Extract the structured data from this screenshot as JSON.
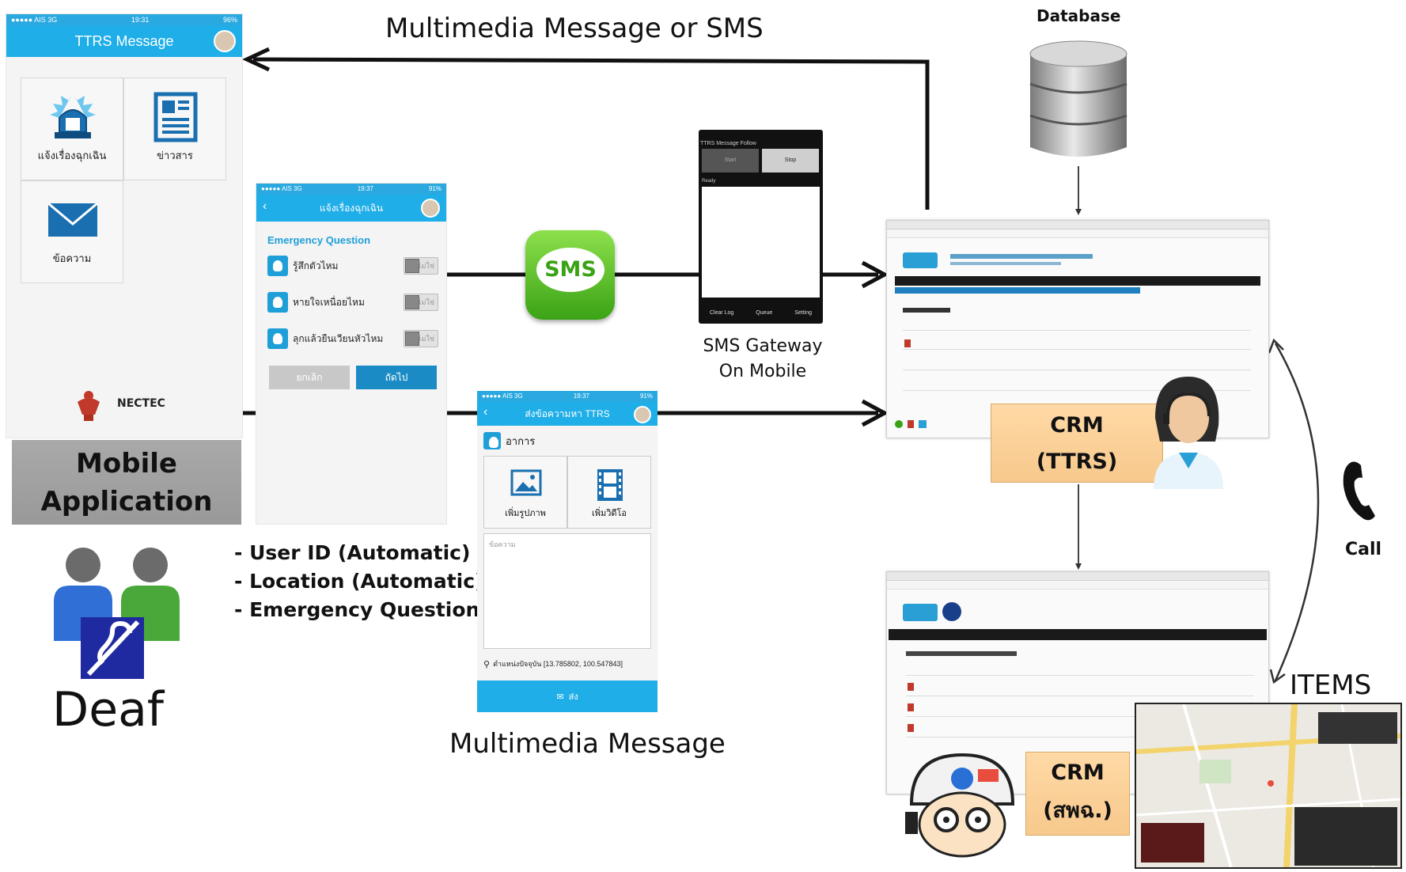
{
  "labels": {
    "mms_or_sms": "Multimedia Message or SMS",
    "database": "Database",
    "sms_gateway_line1": "SMS Gateway",
    "sms_gateway_line2": "On Mobile",
    "multimedia_message": "Multimedia Message",
    "call": "Call",
    "items": "ITEMS",
    "deaf": "Deaf",
    "mobile_app_line1": "Mobile",
    "mobile_app_line2": "Application"
  },
  "info_list": [
    "- User ID (Automatic)",
    "- Location (Automatic)",
    "- Emergency Questions"
  ],
  "crm_ttrs": {
    "line1": "CRM",
    "line2": "(TTRS)"
  },
  "crm_spch": {
    "line1": "CRM",
    "line2": "(สพฉ.)"
  },
  "sms_icon_text": "SMS",
  "phone1": {
    "status_left": "●●●●● AIS  3G",
    "status_time": "19:31",
    "status_right": "96%",
    "title": "TTRS Message",
    "tiles": [
      "แจ้งเรื่องฉุกเฉิน",
      "ข่าวสาร",
      "ข้อความ"
    ],
    "nectec": "NECTEC"
  },
  "phone2": {
    "status_left": "●●●●● AIS  3G",
    "status_time": "19:37",
    "status_right": "91%",
    "title": "แจ้งเรื่องฉุกเฉิน",
    "section": "Emergency Question",
    "questions": [
      "รู้สึกตัวไหม",
      "หายใจเหนื่อยไหม",
      "ลุกแล้วยืนเวียนหัวไหม"
    ],
    "toggle_text": "ไม่ใช่",
    "cancel": "ยกเลิก",
    "next": "ถัดไป"
  },
  "phone3": {
    "status_left": "●●●●● AIS  3G",
    "status_time": "19:37",
    "status_right": "91%",
    "title": "ส่งข้อความหา TTRS",
    "section": "อาการ",
    "add_image": "เพิ่มรูปภาพ",
    "add_video": "เพิ่มวิดีโอ",
    "message_placeholder": "ข้อความ",
    "location": "ตำแหน่งปัจจุบัน [13.785802, 100.547843]",
    "send": "ส่ง"
  },
  "gateway_phone": {
    "title": "TTRS Message Follow",
    "start": "Start",
    "stop": "Stop",
    "ready": "Ready",
    "clear_log": "Clear Log",
    "queue": "Queue",
    "setting": "Setting"
  },
  "colors": {
    "app_blue": "#1faee8",
    "crm_orange": "#f7c98c",
    "sms_green": "#3aa315",
    "mobile_app_gray": "#a3a3a3"
  }
}
